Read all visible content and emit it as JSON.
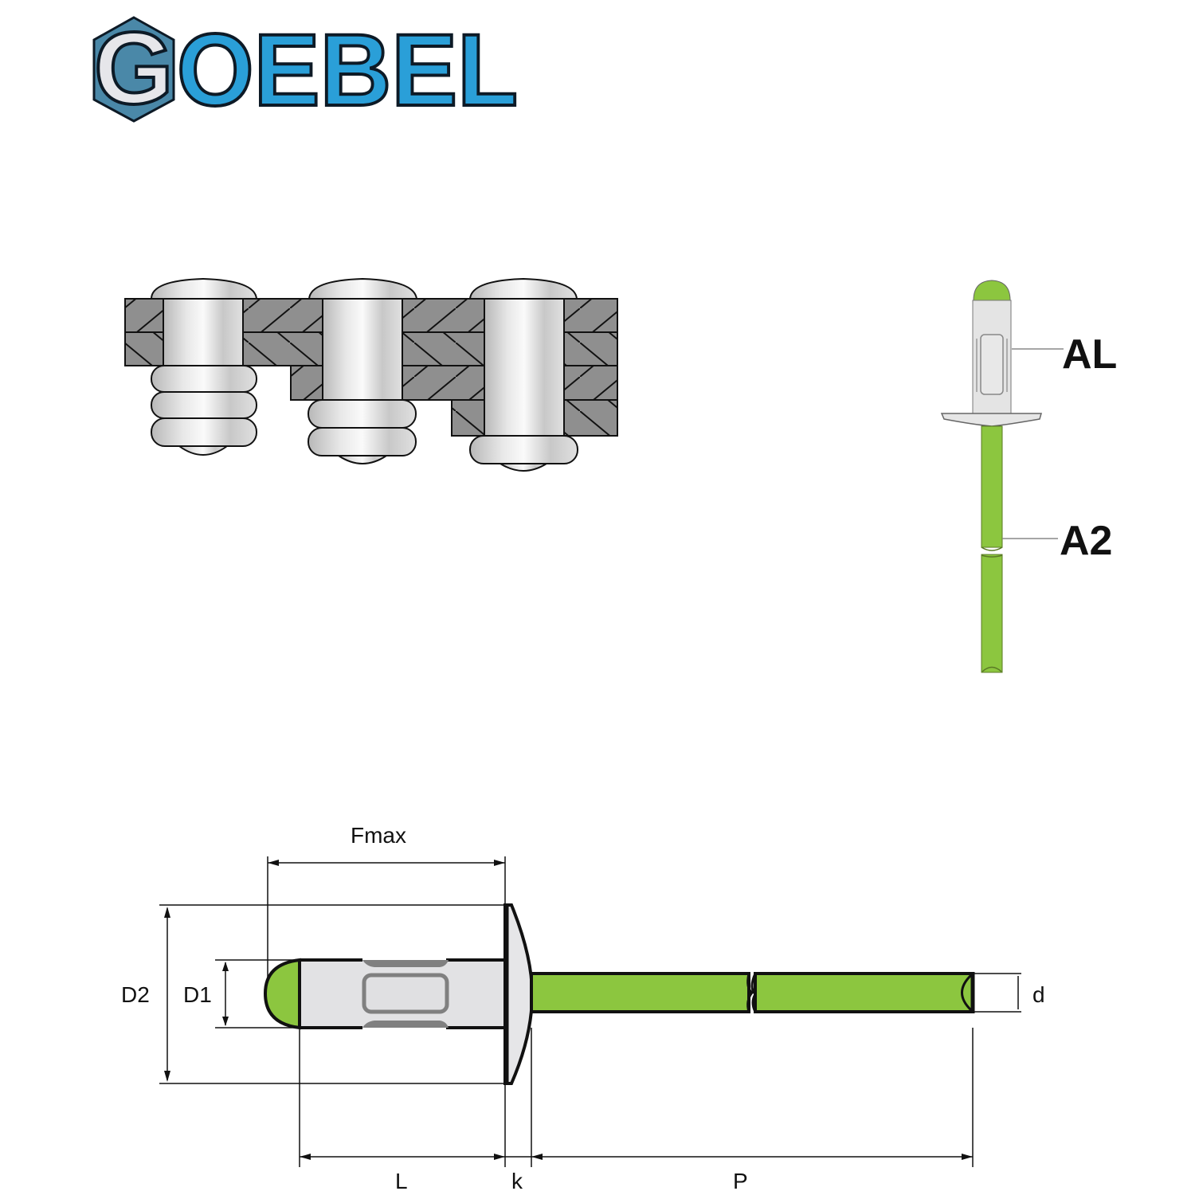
{
  "logo": {
    "text": "GOEBEL",
    "initial": "G",
    "rest": "OEBEL",
    "colors": {
      "primary": "#2a9fd8",
      "outline": "#0d1a26",
      "hex": "#4a88a8",
      "g_letter": "#e6e6ea"
    }
  },
  "application_diagram": {
    "title": "rivet-grip-range-illustration",
    "rivets": 3,
    "plate_color": "#8f8f8f",
    "rivet_color": "#d8d8d8"
  },
  "material_callout": {
    "body_label": "AL",
    "mandrel_label": "A2",
    "mandrel_color": "#8cc63f",
    "body_color": "#e4e4e4"
  },
  "dimension_drawing": {
    "labels": {
      "fmax": "Fmax",
      "d2": "D2",
      "d1": "D1",
      "d": "d",
      "l": "L",
      "k": "k",
      "p": "P"
    },
    "mandrel_color": "#8cc63f",
    "body_color": "#e2e2e4"
  }
}
